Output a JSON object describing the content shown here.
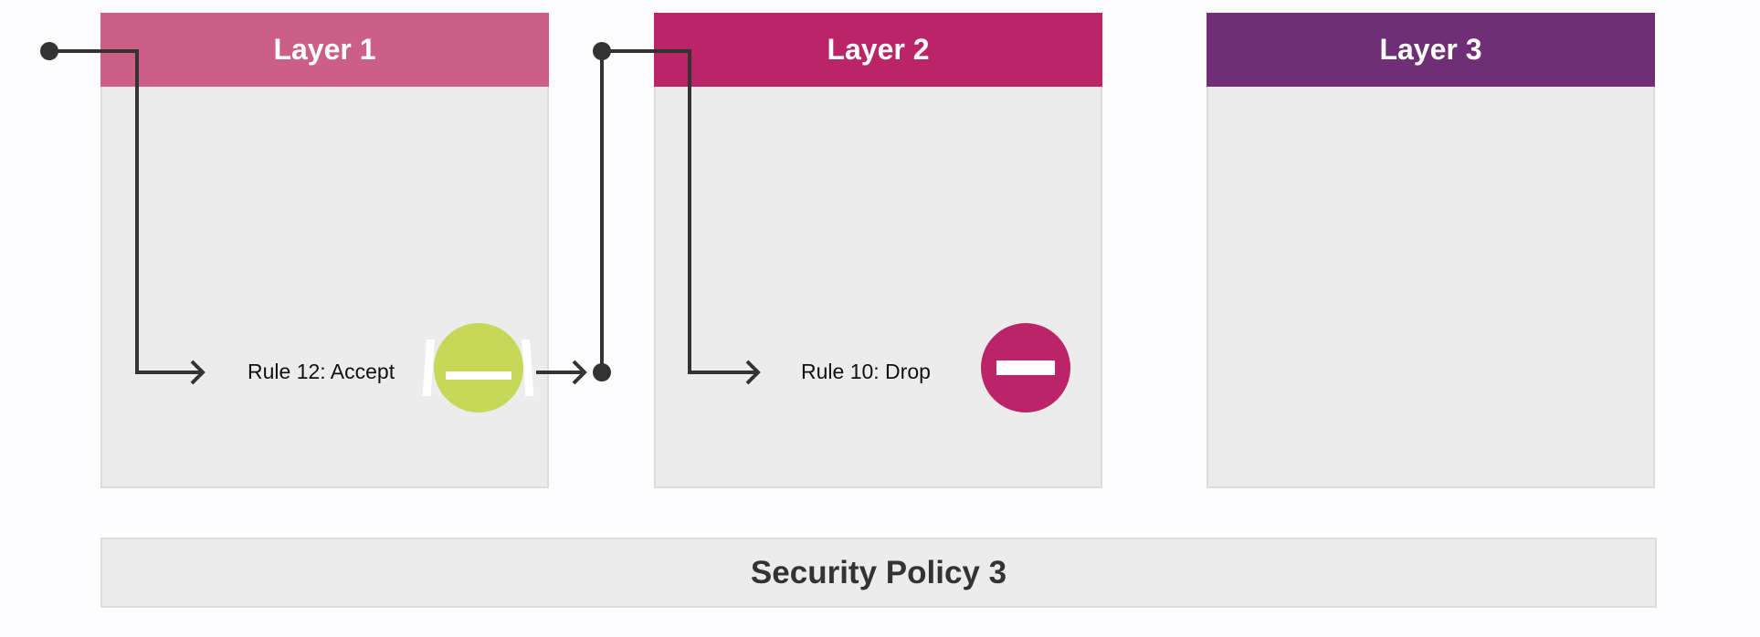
{
  "layers": [
    {
      "title": "Layer 1",
      "color": "#cc5f85"
    },
    {
      "title": "Layer 2",
      "color": "#bb2467"
    },
    {
      "title": "Layer 3",
      "color": "#6f2e75"
    }
  ],
  "rules": [
    {
      "label": "Rule 12: Accept",
      "action_icon": "accept-bridge-icon",
      "icon_color": "#c5d858"
    },
    {
      "label": "Rule 10: Drop",
      "action_icon": "drop-minus-icon",
      "icon_color": "#bb2467"
    }
  ],
  "policy": {
    "label": "Security Policy 3"
  },
  "colors": {
    "panel": "#ececec",
    "line": "#333333"
  }
}
